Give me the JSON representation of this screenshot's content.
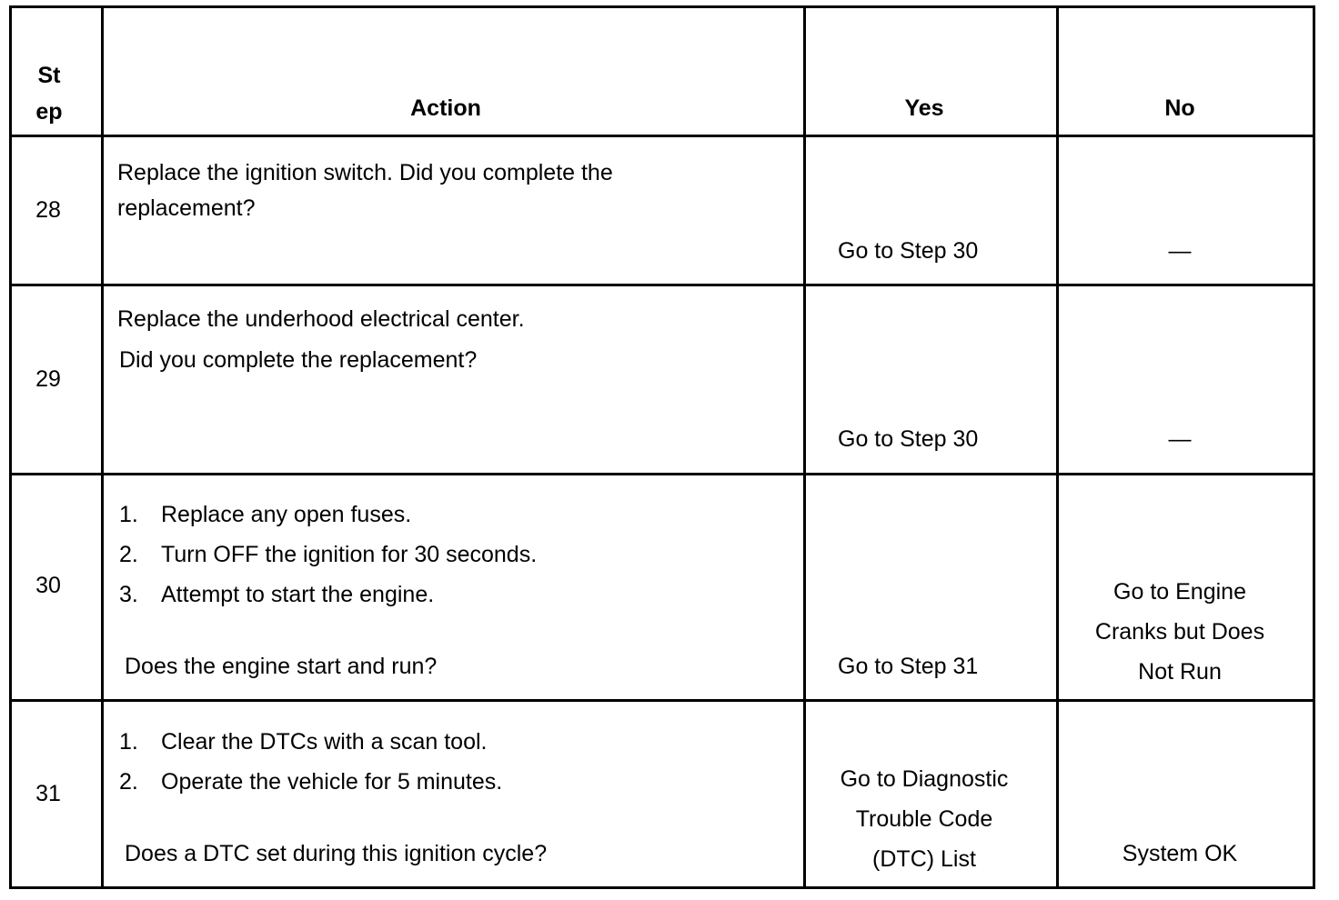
{
  "headers": {
    "step": [
      "St",
      "ep"
    ],
    "action": "Action",
    "yes": "Yes",
    "no": "No"
  },
  "rows": [
    {
      "step": "28",
      "action_lines": [
        "Replace the ignition switch. Did you complete the",
        "replacement?"
      ],
      "yes": "Go to Step 30",
      "no": "—"
    },
    {
      "step": "29",
      "action_lines": [
        "Replace the underhood electrical center.",
        "Did you complete the replacement?"
      ],
      "yes": "Go to Step 30",
      "no": "—"
    },
    {
      "step": "30",
      "action_list": [
        {
          "n": "1.",
          "text": "Replace any open fuses."
        },
        {
          "n": "2.",
          "text": "Turn OFF the ignition for 30 seconds."
        },
        {
          "n": "3.",
          "text": "Attempt to start the engine."
        }
      ],
      "question": "Does the engine start and run?",
      "yes": "Go to Step 31",
      "no_lines": [
        "Go to Engine",
        "Cranks but Does",
        "Not Run"
      ]
    },
    {
      "step": "31",
      "action_list": [
        {
          "n": "1.",
          "text": "Clear the DTCs with a scan tool."
        },
        {
          "n": "2.",
          "text": "Operate the vehicle for 5 minutes."
        }
      ],
      "question": "Does a DTC set during this ignition cycle?",
      "yes_lines": [
        "Go to Diagnostic",
        "Trouble Code",
        "(DTC) List"
      ],
      "no": "System OK"
    }
  ]
}
